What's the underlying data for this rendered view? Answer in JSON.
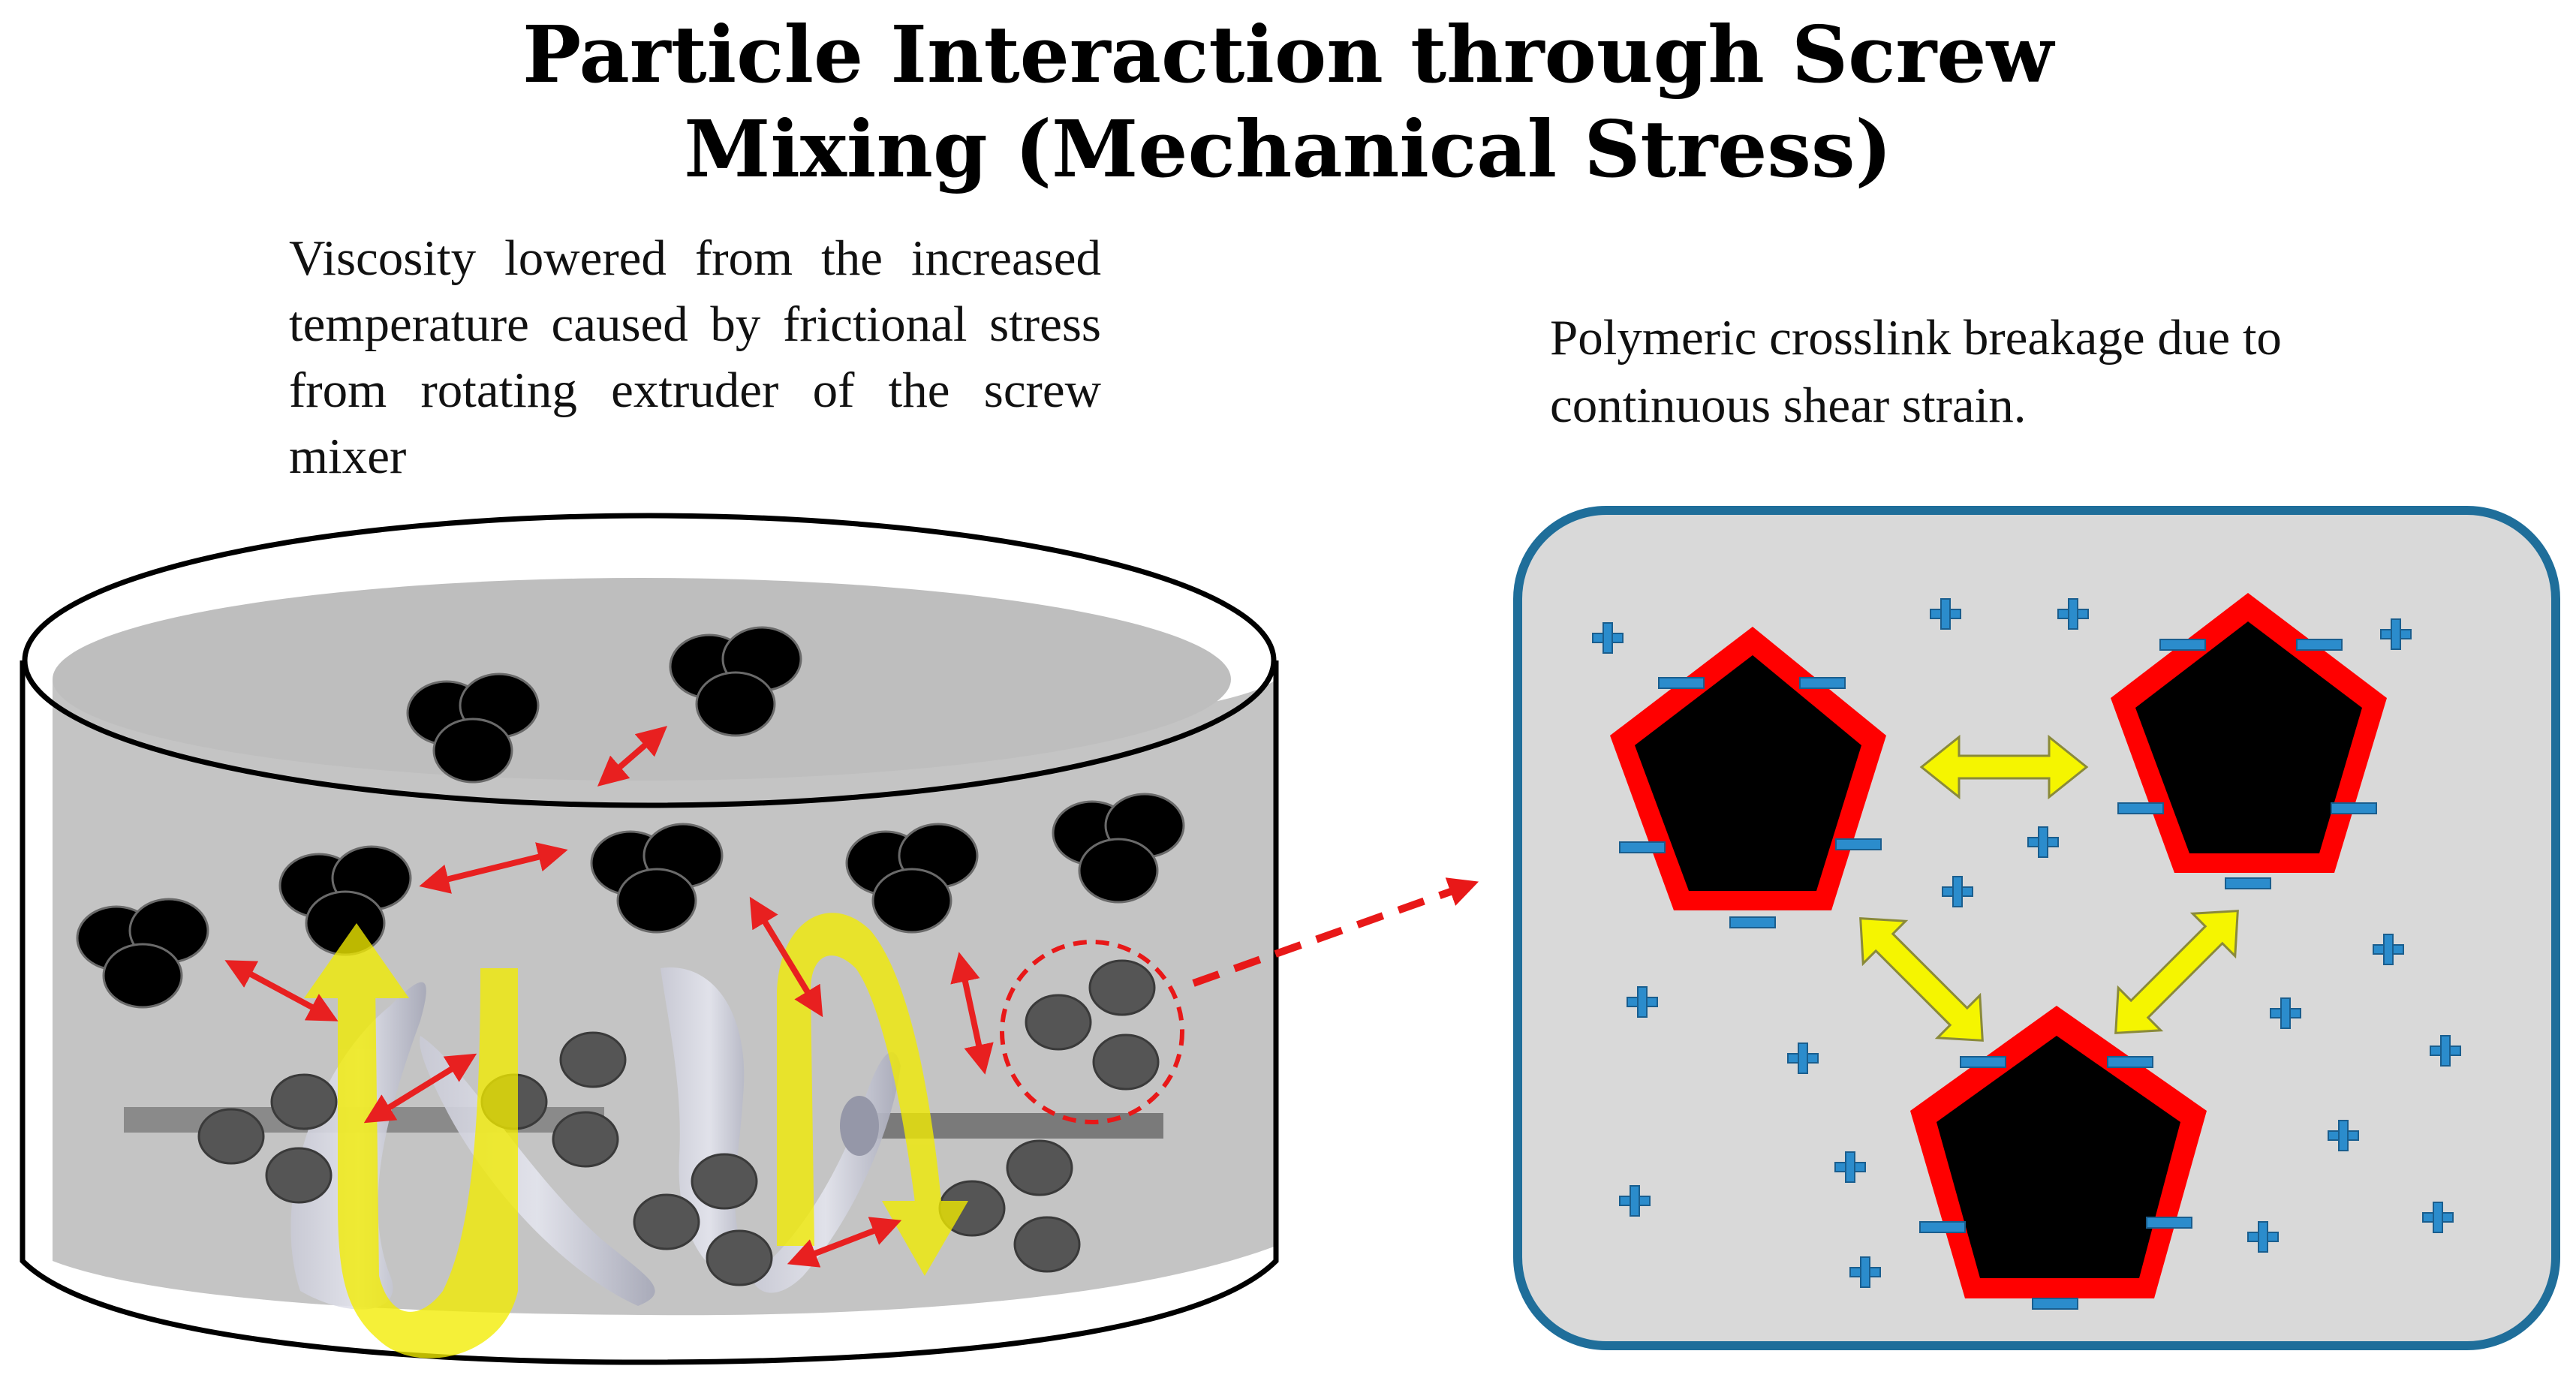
{
  "title": {
    "line1": "Particle Interaction through Screw",
    "line2": "Mixing (Mechanical Stress)"
  },
  "left_caption": "Viscosity lowered from the increased temperature caused by frictional stress from rotating extruder of the screw mixer",
  "right_caption": "Polymeric crosslink breakage due to continuous shear strain.",
  "colors": {
    "liquid": "#c4c4c4",
    "inset_fill": "#d9d9d9",
    "inset_border": "#1f6e9a",
    "particle_shell": "#ff0000",
    "ion_color": "#2b8ccc",
    "interaction_arrow": "#e82020",
    "rotation_arrow": "#f2ec00",
    "double_arrow": "#f5f500",
    "zoom_marker": "#e81818"
  },
  "icons": {
    "positive_ion": "plus-sign",
    "negative_charge": "minus-sign",
    "particle_core": "black-pentagon"
  }
}
